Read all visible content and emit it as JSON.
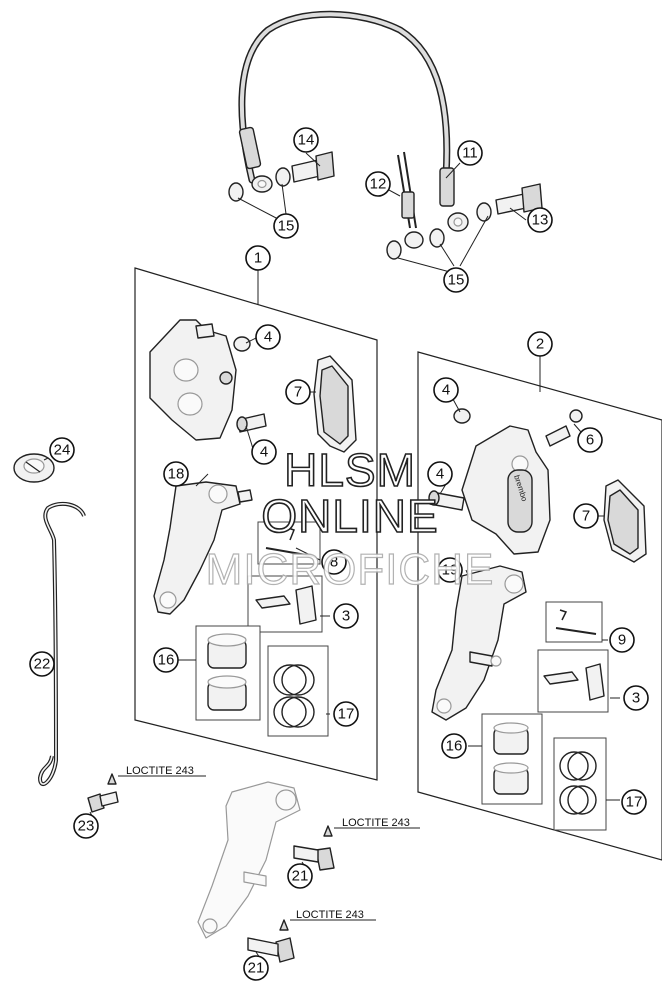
{
  "diagram": {
    "callouts": [
      {
        "label": "1"
      },
      {
        "label": "2"
      },
      {
        "label": "3"
      },
      {
        "label": "3"
      },
      {
        "label": "4"
      },
      {
        "label": "4"
      },
      {
        "label": "4"
      },
      {
        "label": "4"
      },
      {
        "label": "6"
      },
      {
        "label": "7"
      },
      {
        "label": "7"
      },
      {
        "label": "8"
      },
      {
        "label": "9"
      },
      {
        "label": "11"
      },
      {
        "label": "12"
      },
      {
        "label": "13"
      },
      {
        "label": "14"
      },
      {
        "label": "15"
      },
      {
        "label": "15"
      },
      {
        "label": "16"
      },
      {
        "label": "16"
      },
      {
        "label": "17"
      },
      {
        "label": "17"
      },
      {
        "label": "18"
      },
      {
        "label": "19"
      },
      {
        "label": "21"
      },
      {
        "label": "21"
      },
      {
        "label": "22"
      },
      {
        "label": "23"
      },
      {
        "label": "24"
      }
    ],
    "loctite_labels": [
      "LOCTITE 243",
      "LOCTITE 243",
      "LOCTITE 243"
    ],
    "caliper_brand": "brembo"
  },
  "watermark": {
    "line1": "HLSM",
    "line2": "ONLINE",
    "line3": "MICROFICHE"
  }
}
